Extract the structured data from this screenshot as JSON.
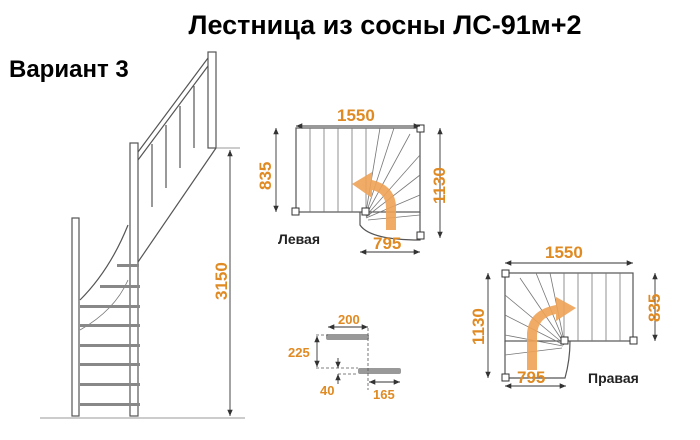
{
  "title": "Лестница из сосны ЛС-91м+2",
  "variant": "Вариант 3",
  "colors": {
    "dimension": "#e08a23",
    "line": "#555555",
    "tread": "#999999"
  },
  "elevation": {
    "height": "3150"
  },
  "plan_left": {
    "label": "Левая",
    "width": "1550",
    "depth_short": "835",
    "depth_long": "1130",
    "turn_width": "795"
  },
  "plan_right": {
    "label": "Правая",
    "width": "1550",
    "depth_short": "835",
    "depth_long": "1130",
    "turn_width": "795"
  },
  "step_detail": {
    "tread_depth": "200",
    "rise": "225",
    "thickness": "40",
    "overlap": "165"
  }
}
